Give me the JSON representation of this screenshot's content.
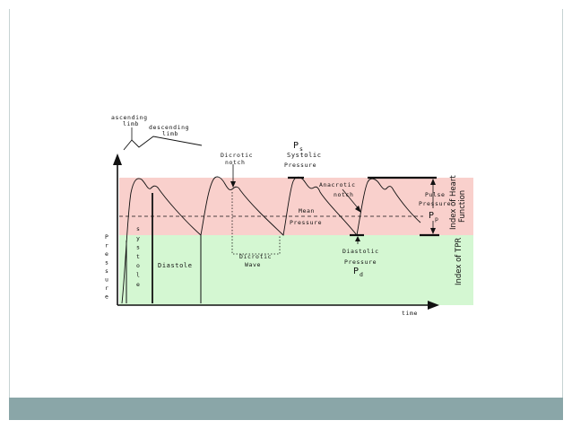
{
  "diagram": {
    "labels": {
      "ascending": "ascending",
      "ascending_limb": "limb",
      "descending": "descending",
      "descending_limb": "limb",
      "dicrotic_notch_1": "Dicrotic",
      "dicrotic_notch_2": "notch",
      "ps": "P",
      "ps_sub": "s",
      "systolic_1": "Systolic",
      "systolic_2": "Pressure",
      "anacrotic_1": "Anacrotic",
      "anacrotic_2": "notch",
      "mean_1": "Mean",
      "mean_2": "Pressure",
      "pulse_1": "Pulse",
      "pulse_2": "Pressure",
      "pp": "P",
      "pp_sub": "p",
      "diastolic_pressure_1": "Diastolic",
      "diastolic_pressure_2": "Pressure",
      "pd": "P",
      "pd_sub": "d",
      "dicrotic_wave_1": "Dicrotic",
      "dicrotic_wave_2": "Wave",
      "diastole": "Diastole",
      "systole_letters": [
        "s",
        "y",
        "s",
        "t",
        "o",
        "l",
        "e"
      ],
      "pressure_letters": [
        "P",
        "r",
        "e",
        "s",
        "s",
        "u",
        "r",
        "e"
      ],
      "time": "time",
      "index_heart_1": "Index of Heart",
      "index_heart_2": "Function",
      "index_tpr": "Index of TPR"
    },
    "colors": {
      "pink_zone": "#f9d0cc",
      "green_zone": "#d4f7d2",
      "ink": "#111111",
      "footer": "#8aa6a8"
    }
  }
}
